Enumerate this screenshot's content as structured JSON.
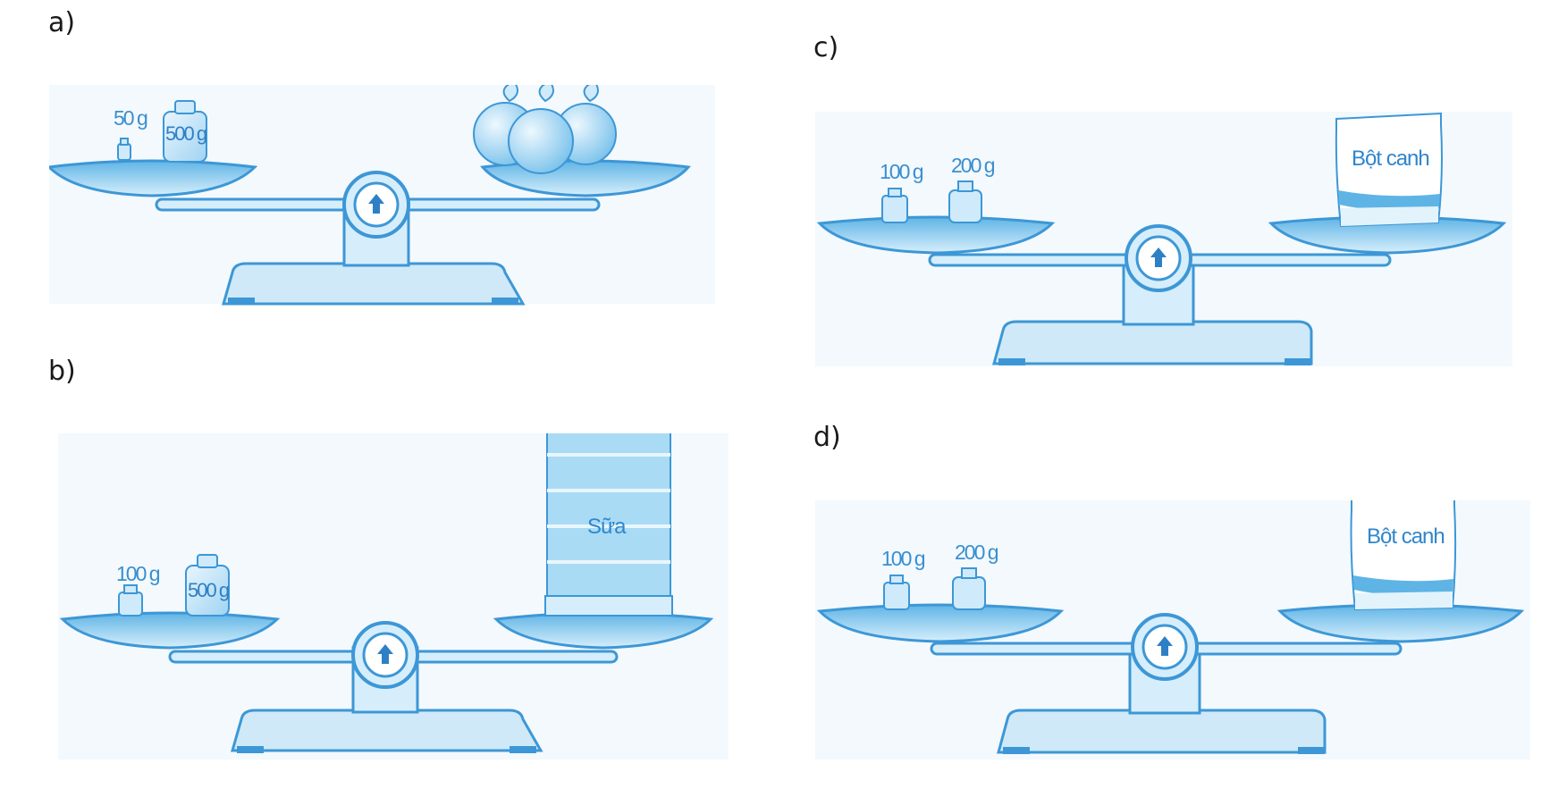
{
  "parts": {
    "a": {
      "label": "a)",
      "left_weights": [
        "50 g",
        "500 g"
      ],
      "right_item": "apples"
    },
    "b": {
      "label": "b)",
      "left_weights": [
        "100 g",
        "500 g"
      ],
      "right_item": "Sữa"
    },
    "c": {
      "label": "c)",
      "left_weights": [
        "100 g",
        "200 g"
      ],
      "right_item": "Bột canh"
    },
    "d": {
      "label": "d)",
      "left_weights": [
        "100 g",
        "200 g"
      ],
      "right_item": "Bột canh"
    }
  },
  "colors": {
    "fill_light": "#d6eefb",
    "fill_mid": "#a9dbf5",
    "fill_dark": "#5fb4e6",
    "stroke": "#3d97d6",
    "background_tint": "#f3f9fd"
  }
}
